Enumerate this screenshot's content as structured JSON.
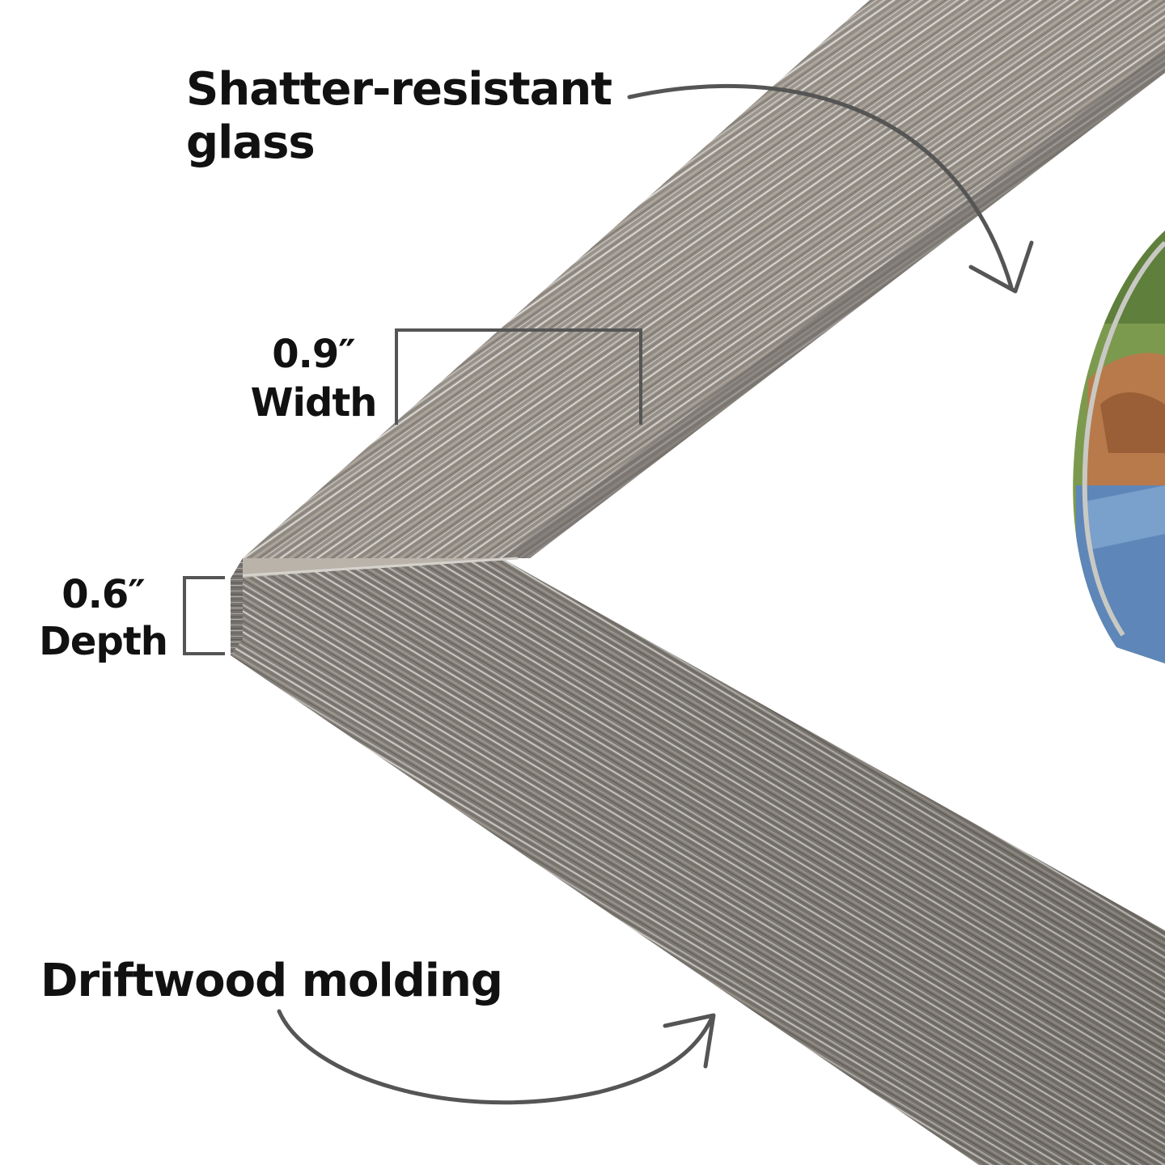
{
  "callouts": {
    "glass": {
      "line1": "Shatter-resistant",
      "line2": "glass"
    },
    "width": {
      "value": "0.9″",
      "label": "Width"
    },
    "depth": {
      "value": "0.6″",
      "label": "Depth"
    },
    "molding": {
      "text": "Driftwood molding"
    }
  },
  "colors": {
    "background": "#ffffff",
    "text": "#111111",
    "arrow": "#555555",
    "wood_top": "#9c958c",
    "wood_front": "#8a857f",
    "wood_side": "#6f6c69",
    "photo_border": "#dcdcd8",
    "photo_grass": "#6f8f45",
    "photo_skin": "#b87a4b",
    "photo_denim": "#5e86b8"
  },
  "icons": {
    "glass_arrow": "curved-arrow-down-icon",
    "molding_arrow": "curved-arrow-up-icon",
    "width_bracket": "dimension-bracket-icon",
    "depth_bracket": "dimension-bracket-icon"
  }
}
